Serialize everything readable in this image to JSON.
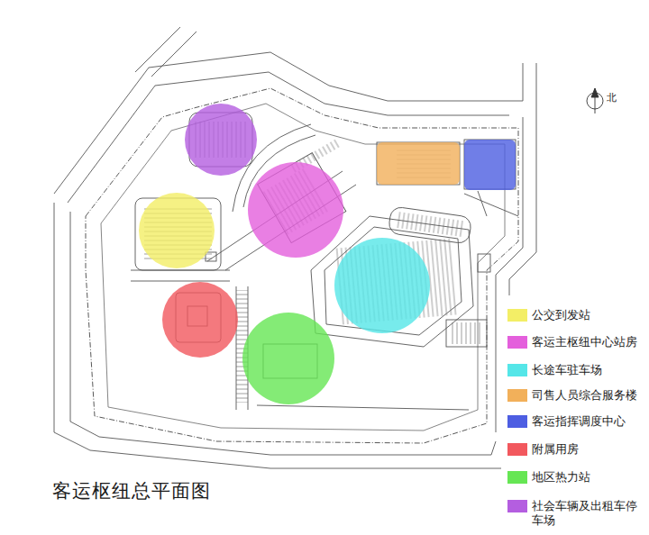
{
  "diagram": {
    "title": "客运枢纽总平面图",
    "labels": [
      "北"
    ],
    "legend": [
      {
        "text": "公交到发站",
        "color": "#f3ee66"
      },
      {
        "text": "客运主枢纽中心站房",
        "color": "#e45fdc"
      },
      {
        "text": "长途车驻车场",
        "color": "#55e6e8"
      },
      {
        "text": "司售人员综合服务楼",
        "color": "#f2b05a"
      },
      {
        "text": "客运指挥调度中心",
        "color": "#4d5ee2"
      },
      {
        "text": "附属用房",
        "color": "#f2585e"
      },
      {
        "text": "地区热力站",
        "color": "#66e654"
      },
      {
        "text": "社会车辆及出租车停车场",
        "color": "#b45ee0"
      }
    ]
  }
}
